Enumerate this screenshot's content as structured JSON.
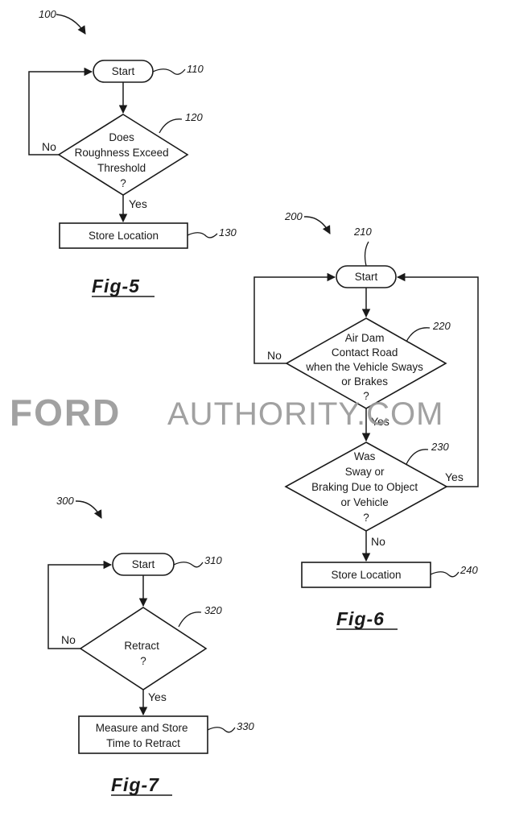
{
  "figures": [
    {
      "id": "fig5",
      "ref": "100",
      "label": "Fig-5",
      "nodes": {
        "start": {
          "ref": "110",
          "text": [
            "Start"
          ]
        },
        "decision": {
          "ref": "120",
          "text": [
            "Does",
            "Roughness Exceed",
            "Threshold",
            "?"
          ]
        },
        "store": {
          "ref": "130",
          "text": [
            "Store Location"
          ]
        }
      },
      "edges": {
        "no": "No",
        "yes": "Yes"
      }
    },
    {
      "id": "fig6",
      "ref": "200",
      "label": "Fig-6",
      "nodes": {
        "start": {
          "ref": "210",
          "text": [
            "Start"
          ]
        },
        "decision1": {
          "ref": "220",
          "text": [
            "Air Dam",
            "Contact Road",
            "when the Vehicle Sways",
            "or Brakes",
            "?"
          ]
        },
        "decision2": {
          "ref": "230",
          "text": [
            "Was",
            "Sway or",
            "Braking Due to Object",
            "or Vehicle",
            "?"
          ]
        },
        "store": {
          "ref": "240",
          "text": [
            "Store Location"
          ]
        }
      },
      "edges": {
        "no1": "No",
        "yes1": "Yes",
        "yes2": "Yes",
        "no2": "No"
      }
    },
    {
      "id": "fig7",
      "ref": "300",
      "label": "Fig-7",
      "nodes": {
        "start": {
          "ref": "310",
          "text": [
            "Start"
          ]
        },
        "decision": {
          "ref": "320",
          "text": [
            "Retract",
            "?"
          ]
        },
        "store": {
          "ref": "330",
          "text": [
            "Measure and Store",
            "Time to Retract"
          ]
        }
      },
      "edges": {
        "no": "No",
        "yes": "Yes"
      }
    }
  ],
  "watermark": {
    "brand": "FORD",
    "site": "AUTHORITY.COM"
  }
}
